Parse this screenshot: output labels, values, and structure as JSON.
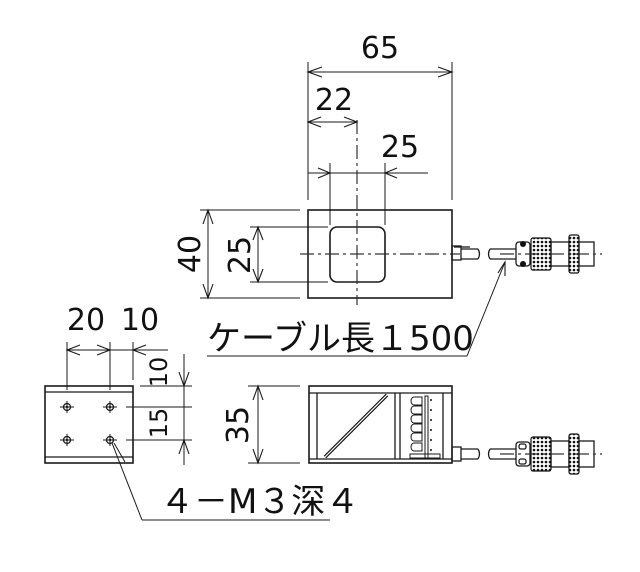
{
  "drawing": {
    "type": "technical-dimension-drawing",
    "units": "mm",
    "line_color": "#1a1a1a",
    "background": "#ffffff"
  },
  "top_view": {
    "dimensions": {
      "overall_width": "65",
      "window_offset": "22",
      "window_width": "25",
      "overall_height": "40",
      "window_height": "25"
    },
    "cable_note": "ケーブル長１500"
  },
  "side_view": {
    "dimensions": {
      "height": "35"
    }
  },
  "end_view": {
    "dimensions": {
      "hole_pitch_x": "20",
      "hole_edge_x": "10",
      "hole_edge_y": "10",
      "hole_pitch_y": "15"
    },
    "hole_note": "４－M３深４"
  }
}
